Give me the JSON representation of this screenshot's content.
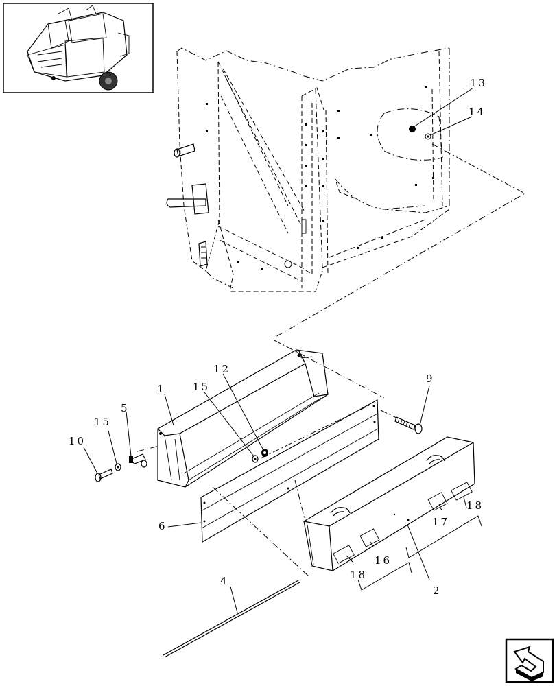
{
  "callouts": [
    {
      "id": "c1",
      "text": "1"
    },
    {
      "id": "c2",
      "text": "2"
    },
    {
      "id": "c4",
      "text": "4"
    },
    {
      "id": "c5",
      "text": "5"
    },
    {
      "id": "c6",
      "text": "6"
    },
    {
      "id": "c9",
      "text": "9"
    },
    {
      "id": "c10",
      "text": "10"
    },
    {
      "id": "c12",
      "text": "12"
    },
    {
      "id": "c13",
      "text": "13"
    },
    {
      "id": "c14",
      "text": "14"
    },
    {
      "id": "c15a",
      "text": "15"
    },
    {
      "id": "c15b",
      "text": "15"
    },
    {
      "id": "c16",
      "text": "16"
    },
    {
      "id": "c17",
      "text": "17"
    },
    {
      "id": "c18a",
      "text": "18"
    },
    {
      "id": "c18b",
      "text": "18"
    }
  ],
  "icons": {
    "thumbnail": "baler-machine-thumbnail-icon",
    "navigation": "return-arrow-icon"
  }
}
